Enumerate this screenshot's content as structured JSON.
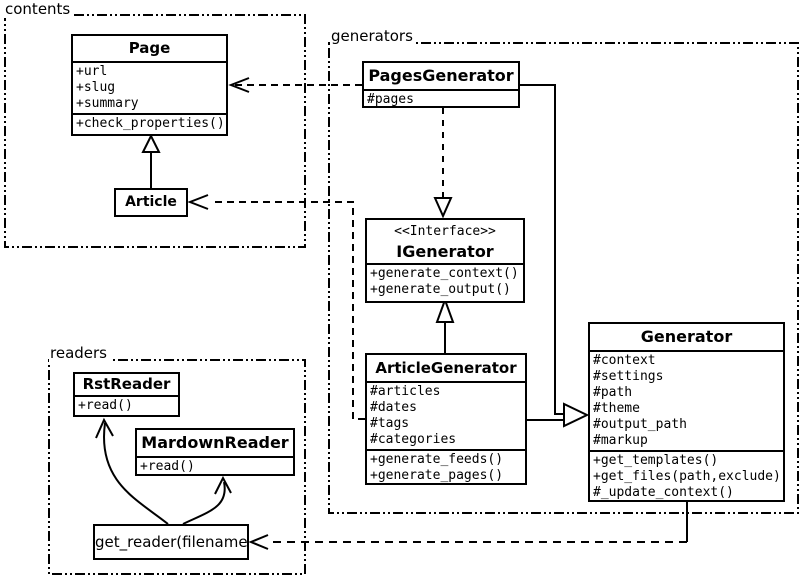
{
  "colors": {
    "line": "#000000",
    "background": "#ffffff",
    "box_fill": "#ffffff"
  },
  "packages": {
    "contents": {
      "label": "contents"
    },
    "generators": {
      "label": "generators"
    },
    "readers": {
      "label": "readers"
    }
  },
  "classes": {
    "page": {
      "name": "Page",
      "attrs": [
        "+url",
        "+slug",
        "+summary"
      ],
      "methods": [
        "+check_properties()"
      ]
    },
    "article": {
      "name": "Article"
    },
    "pages_generator": {
      "name": "PagesGenerator",
      "attrs": [
        "#pages"
      ]
    },
    "igenerator": {
      "stereotype": "<<Interface>>",
      "name": "IGenerator",
      "methods": [
        "+generate_context()",
        "+generate_output()"
      ]
    },
    "article_generator": {
      "name": "ArticleGenerator",
      "attrs": [
        "#articles",
        "#dates",
        "#tags",
        "#categories"
      ],
      "methods": [
        "+generate_feeds()",
        "+generate_pages()"
      ]
    },
    "generator": {
      "name": "Generator",
      "attrs": [
        "#context",
        "#settings",
        "#path",
        "#theme",
        "#output_path",
        "#markup"
      ],
      "methods": [
        "+get_templates()",
        "+get_files(path,exclude)",
        "#_update_context()"
      ]
    },
    "rst_reader": {
      "name": "RstReader",
      "methods": [
        "+read()"
      ]
    },
    "mardown_reader": {
      "name": "MardownReader",
      "methods": [
        "+read()"
      ]
    },
    "get_reader": {
      "name": "get_reader(filename)"
    }
  },
  "relationships": [
    {
      "from": "Article",
      "to": "Page",
      "type": "generalization"
    },
    {
      "from": "PagesGenerator",
      "to": "Page",
      "type": "dependency"
    },
    {
      "from": "ArticleGenerator",
      "to": "Article",
      "type": "dependency"
    },
    {
      "from": "PagesGenerator",
      "to": "IGenerator",
      "type": "realization"
    },
    {
      "from": "ArticleGenerator",
      "to": "IGenerator",
      "type": "generalization"
    },
    {
      "from": "PagesGenerator",
      "to": "Generator",
      "type": "generalization"
    },
    {
      "from": "ArticleGenerator",
      "to": "Generator",
      "type": "generalization"
    },
    {
      "from": "Generator",
      "to": "get_reader(filename)",
      "type": "dependency"
    },
    {
      "from": "get_reader(filename)",
      "to": "RstReader",
      "type": "arrow"
    },
    {
      "from": "get_reader(filename)",
      "to": "MardownReader",
      "type": "arrow"
    }
  ]
}
